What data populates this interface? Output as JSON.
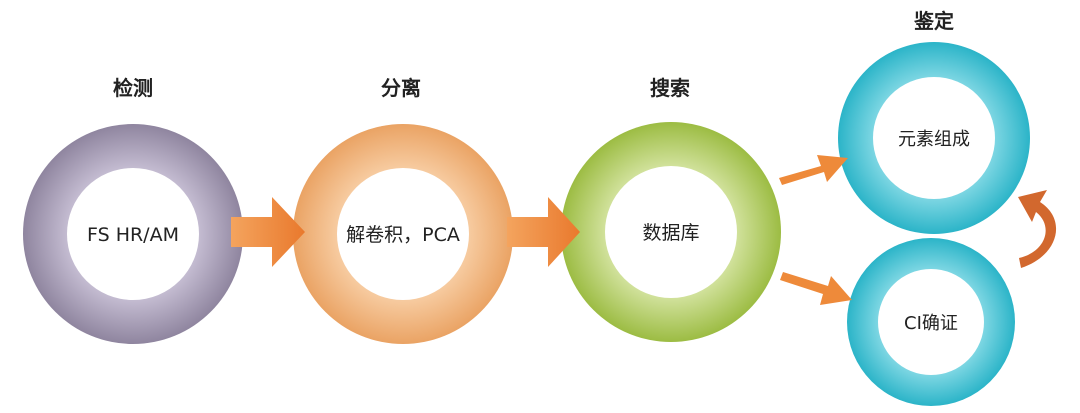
{
  "stages": [
    {
      "title": "检测",
      "label": "FS HR/AM",
      "color": "#b3a9c4"
    },
    {
      "title": "分离",
      "label": "解卷积，PCA",
      "color": "#f2b984"
    },
    {
      "title": "搜索",
      "label": "数据库",
      "color": "#b5cf6a"
    },
    {
      "title": "鉴定",
      "label": "元素组成",
      "color": "#4fc6d6"
    },
    {
      "title": "",
      "label": "CI确证",
      "color": "#4fc6d6"
    }
  ],
  "arrow_color": "#ee8a3a",
  "loop_arrow_color": "#d2682e"
}
